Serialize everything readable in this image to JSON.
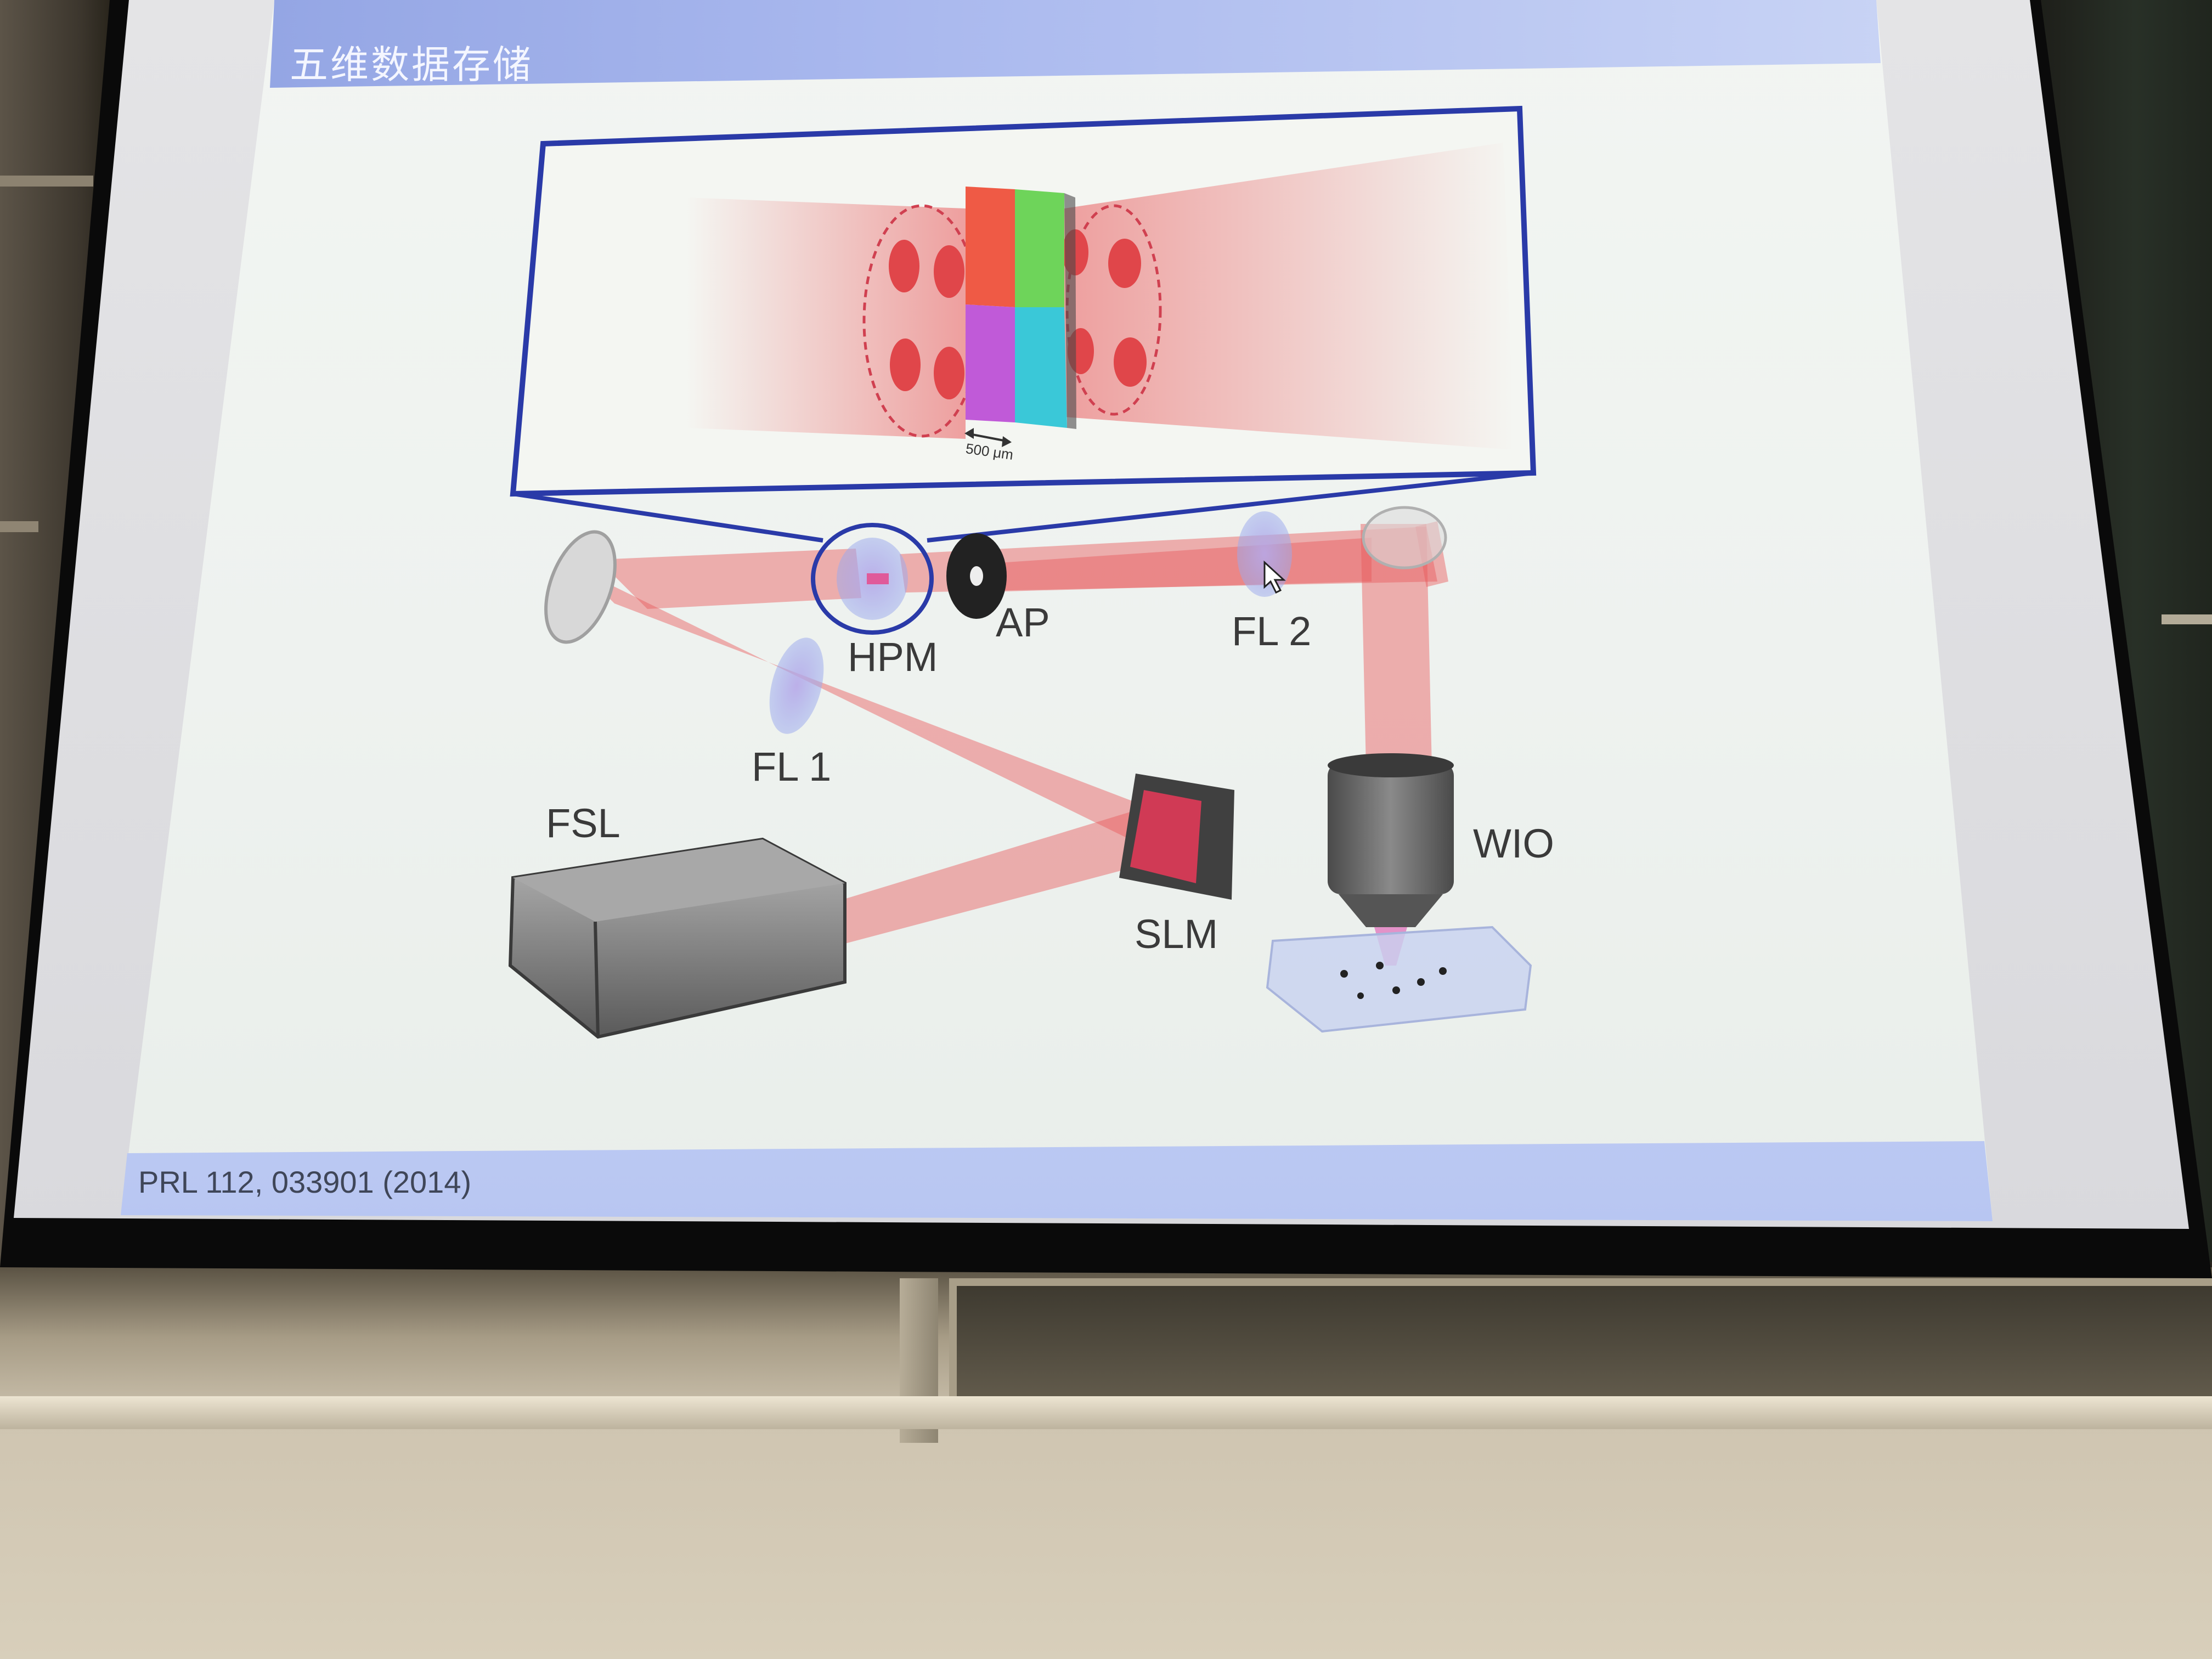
{
  "slide": {
    "title": "五维数据存储",
    "citation": "PRL 112, 033901 (2014)"
  },
  "diagram": {
    "labels": {
      "hpm": "HPM",
      "ap": "AP",
      "fl2": "FL 2",
      "fl1": "FL 1",
      "fsl": "FSL",
      "wio": "WIO",
      "slm": "SLM"
    },
    "scale_bar": "500 μm"
  },
  "colors": {
    "beam": "#e8585a",
    "title_bar": "#8b9ee0",
    "inset_border": "#2a3aa8"
  }
}
